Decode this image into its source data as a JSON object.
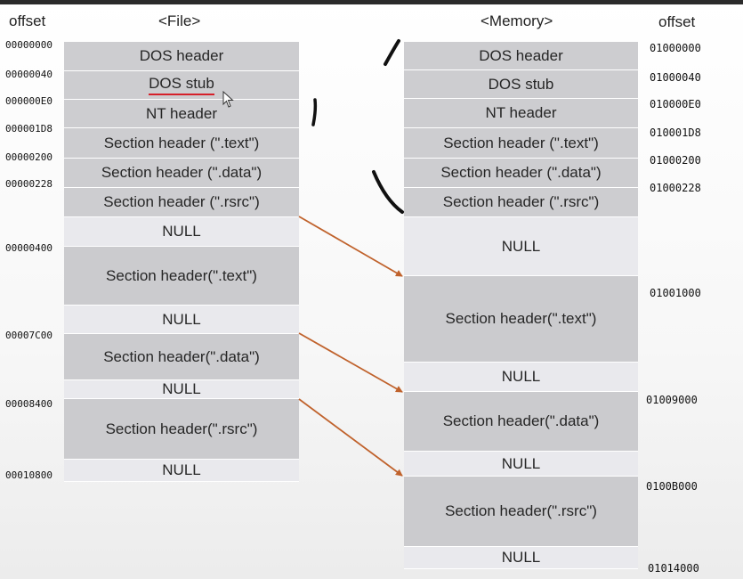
{
  "titles": {
    "file_offset": "offset",
    "file": "<File>",
    "memory": "<Memory>",
    "memory_offset": "offset"
  },
  "file": {
    "offsets": [
      "00000000",
      "00000040",
      "000000E0",
      "000001D8",
      "00000200",
      "00000228",
      "00000400",
      "00007C00",
      "00008400",
      "00010800"
    ],
    "blocks": [
      "DOS header",
      "DOS stub",
      "NT header",
      "Section header (\".text\")",
      "Section header (\".data\")",
      "Section header (\".rsrc\")",
      "NULL",
      "Section header(\".text\")",
      "NULL",
      "Section header(\".data\")",
      "NULL",
      "Section header(\".rsrc\")",
      "NULL"
    ]
  },
  "memory": {
    "offsets": [
      "01000000",
      "01000040",
      "010000E0",
      "010001D8",
      "01000200",
      "01000228",
      "01001000",
      "01009000",
      "0100B000",
      "01014000"
    ],
    "blocks": [
      "DOS header",
      "DOS stub",
      "NT header",
      "Section header (\".text\")",
      "Section header (\".data\")",
      "Section header (\".rsrc\")",
      "NULL",
      "Section header(\".text\")",
      "NULL",
      "Section header(\".data\")",
      "NULL",
      "Section header(\".rsrc\")",
      "NULL"
    ]
  },
  "colors": {
    "arrow": "#c0622c",
    "underline": "#d6202a",
    "block_header": "#cdcdd0",
    "block_null": "#e9e9ed"
  }
}
